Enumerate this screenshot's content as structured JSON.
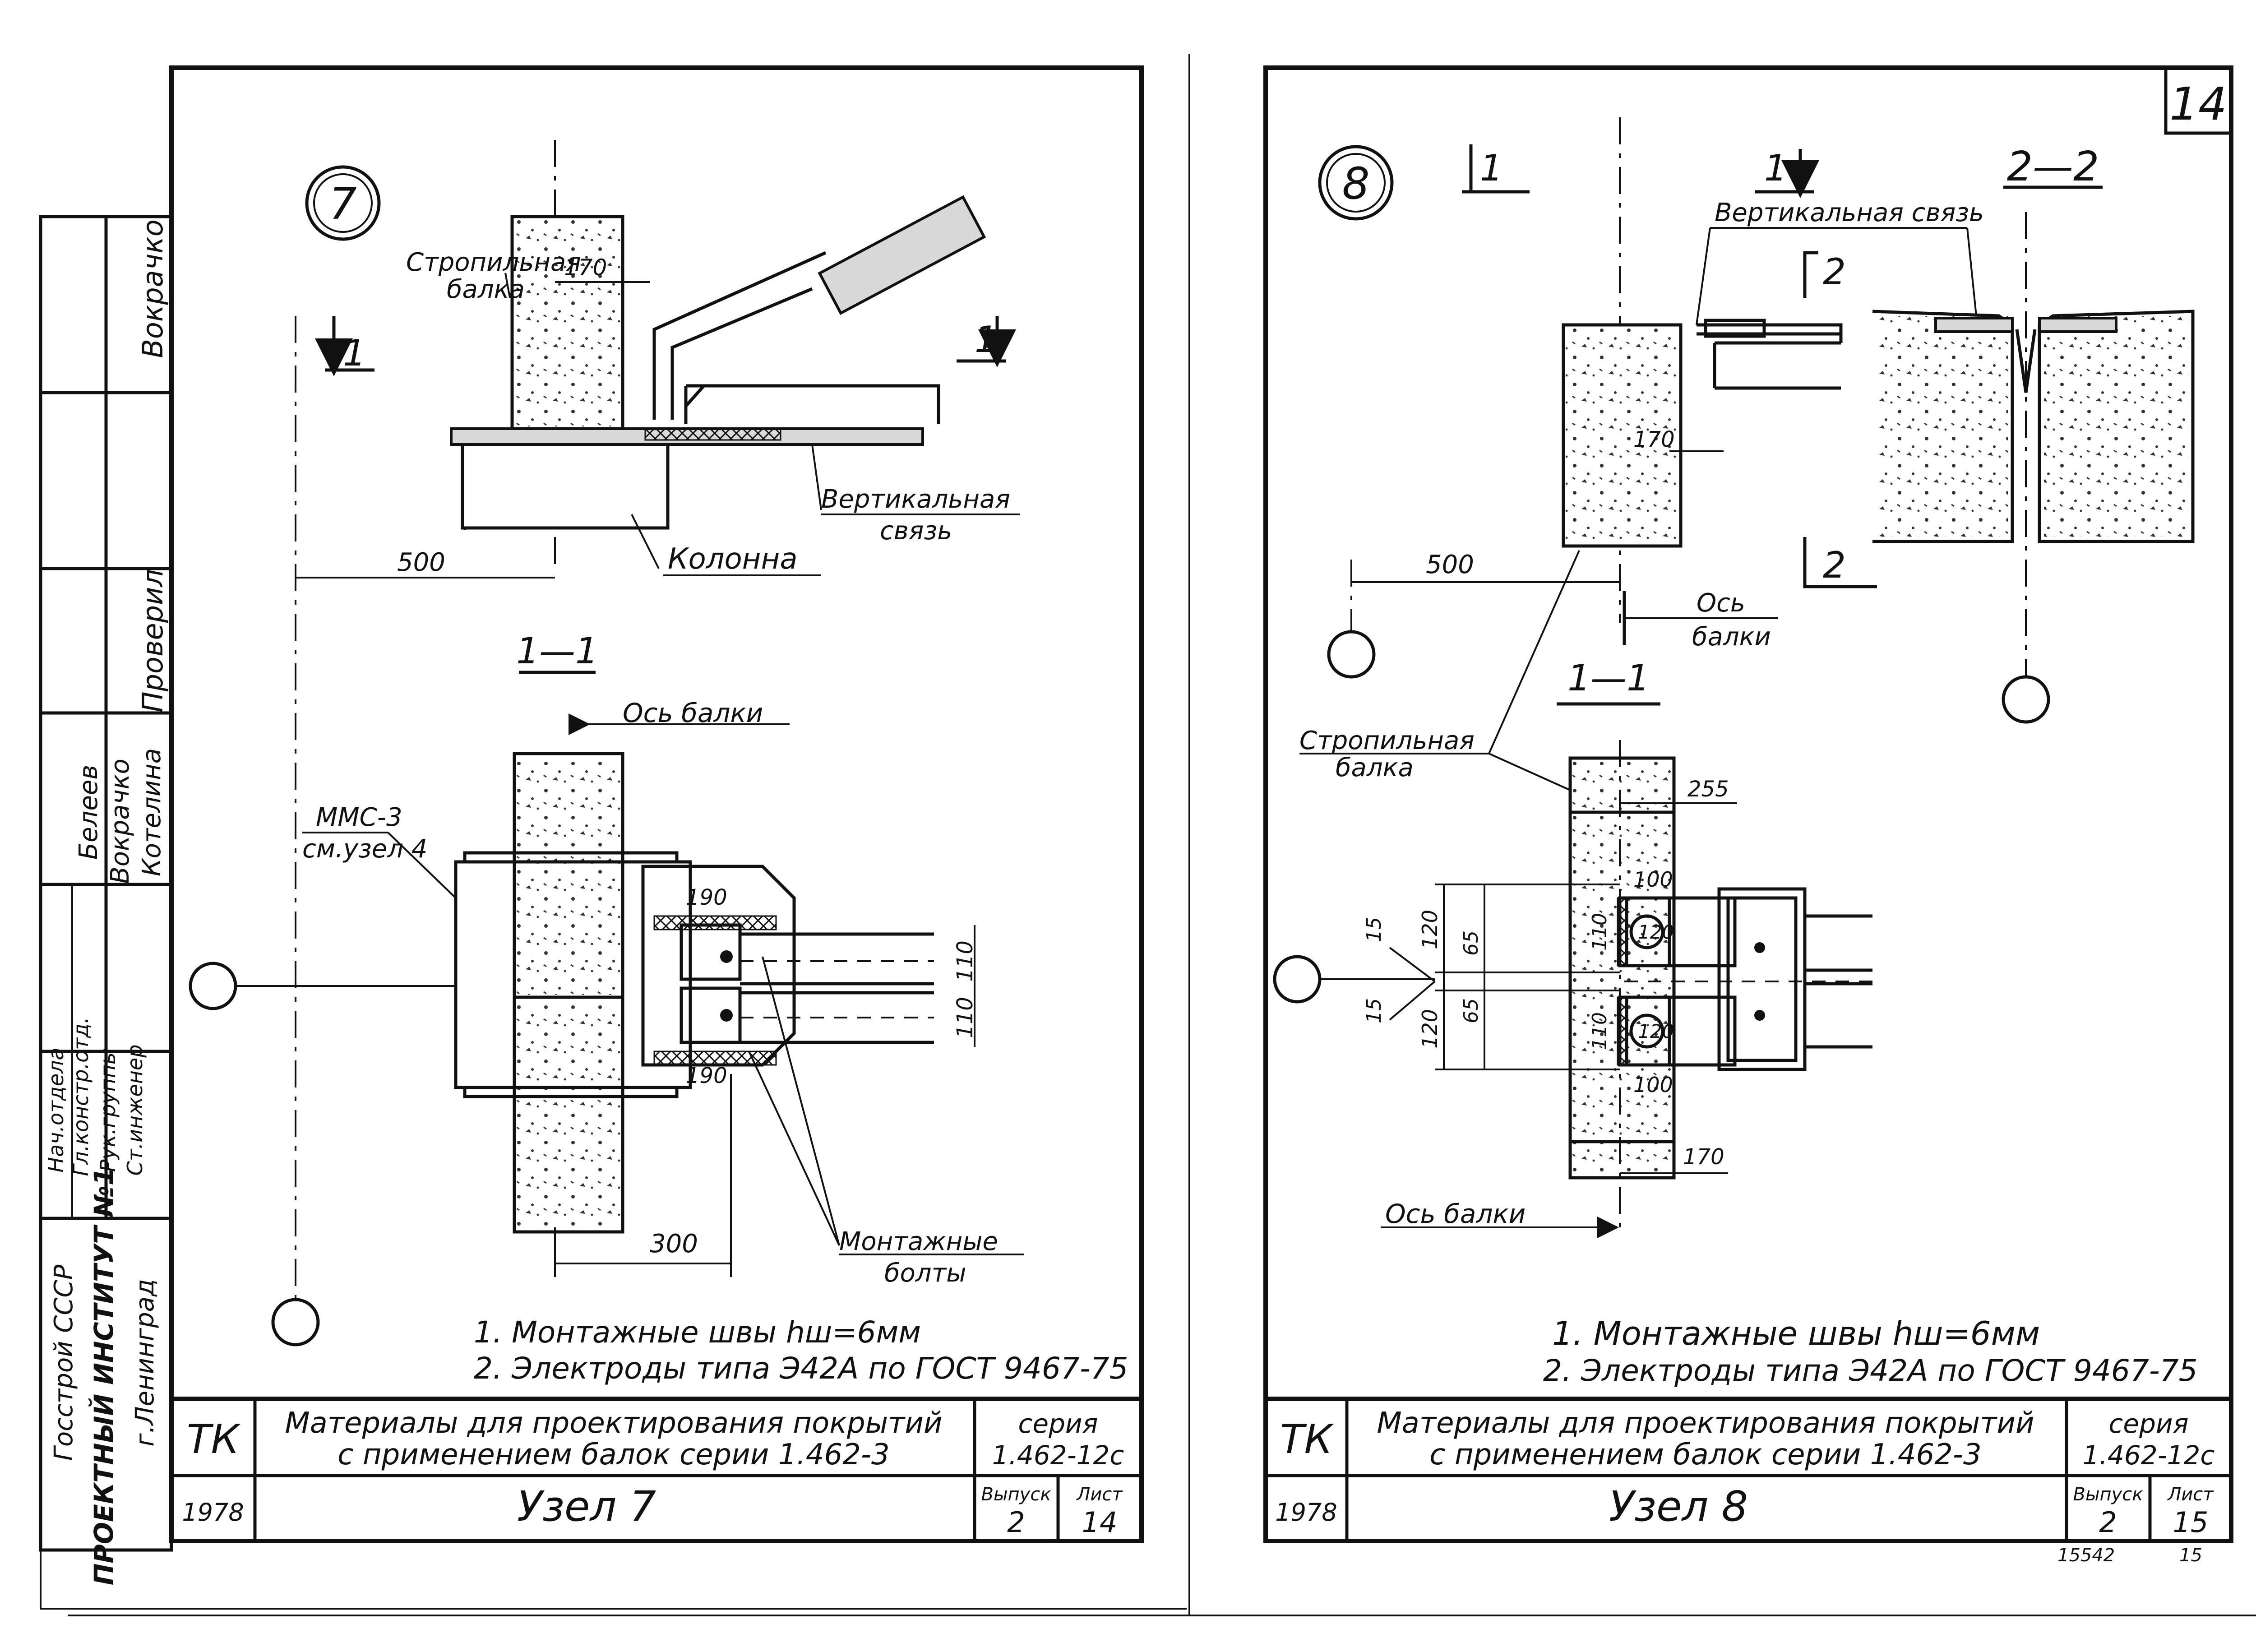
{
  "side_stamp": {
    "roles": [
      "Нач.отдела",
      "Гл.констр.отд.",
      "Рук.группы",
      "Ст.инженер"
    ],
    "names": [
      "Белеев",
      "Вокрачко",
      "Котелина",
      "Проверил",
      "Вокрачко"
    ],
    "org_1": "Госстрой СССР",
    "org_2": "ПРОЕКТНЫЙ ИНСТИТУТ №1",
    "org_3": "г.Ленинград"
  },
  "sheet_left": {
    "node_number": "7",
    "labels": {
      "rafter_beam_1": "Стропильная",
      "rafter_beam_2": "балка",
      "vertical_brace_1": "Вертикальная",
      "vertical_brace_2": "связь",
      "column": "Колонна",
      "beam_axis": "Ось балки",
      "mmc_1": "ММС-3",
      "mmc_2": "см.узел 4",
      "bolts_1": "Монтажные",
      "bolts_2": "болты",
      "section_11": "1—1",
      "cut_mark": "1"
    },
    "dims": {
      "d170": "170",
      "d500": "500",
      "d190a": "190",
      "d190b": "190",
      "d300": "300",
      "d110a": "110",
      "d110b": "110"
    },
    "notes": [
      "1. Монтажные швы hш=6мм",
      "2. Электроды типа Э42А по ГОСТ 9467-75"
    ],
    "title_block": {
      "tk": "ТК",
      "year": "1978",
      "description_1": "Материалы для проектирования покрытий",
      "description_2": "с применением балок серии 1.462-3",
      "series_label": "серия",
      "series_value": "1.462-12с",
      "node_title": "Узел  7",
      "issue_label": "Выпуск",
      "issue_value": "2",
      "sheet_label": "Лист",
      "sheet_value": "14"
    }
  },
  "sheet_right": {
    "node_number": "8",
    "page_number": "14",
    "labels": {
      "vertical_brace": "Вертикальная связь",
      "section_22": "2—2",
      "section_11": "1—1",
      "cut_1": "1",
      "cut_2": "2",
      "beam_axis_1": "Ось",
      "beam_axis_2": "балки",
      "rafter_beam_1": "Стропильная",
      "rafter_beam_2": "балка",
      "beam_axis_bottom": "Ось балки"
    },
    "dims": {
      "d170a": "170",
      "d500": "500",
      "d255": "255",
      "d100a": "100",
      "d100b": "100",
      "d120a": "120",
      "d120b": "120",
      "d120c": "120",
      "d120d": "120",
      "d110a": "110",
      "d110b": "110",
      "d65a": "65",
      "d65b": "65",
      "d15a": "15",
      "d15b": "15",
      "d170b": "170"
    },
    "notes": [
      "1. Монтажные швы  hш=6мм",
      "2. Электроды типа Э42А по ГОСТ 9467-75"
    ],
    "title_block": {
      "tk": "ТК",
      "year": "1978",
      "description_1": "Материалы для проектирования покрытий",
      "description_2": "с применением балок серии 1.462-3",
      "series_label": "серия",
      "series_value": "1.462-12с",
      "node_title": "Узел  8",
      "issue_label": "Выпуск",
      "issue_value": "2",
      "sheet_label": "Лист",
      "sheet_value": "15"
    },
    "footer_code": "15542",
    "footer_page": "15"
  }
}
